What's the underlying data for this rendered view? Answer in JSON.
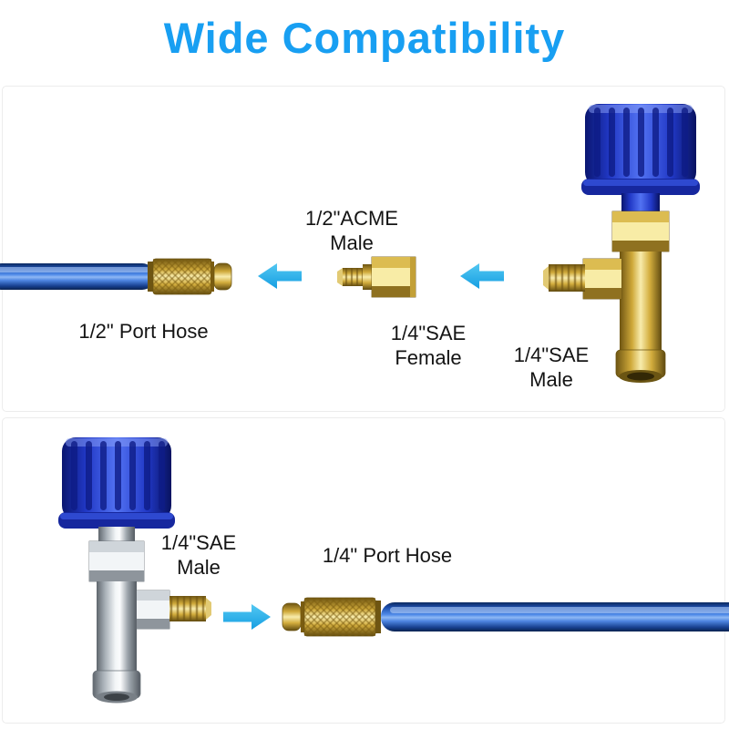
{
  "title": "Wide Compatibility",
  "colors": {
    "title_blue": "#189ff2",
    "arrow_cyan": "#2ab3ea",
    "hose_blue": "#2f6fd6",
    "brass_gold": "#d3ad3d",
    "knob_blue": "#2138c6",
    "chrome_silver": "#c6ccd1"
  },
  "top_section": {
    "acme_male_label": {
      "line1": "1/2\"ACME",
      "line2": "Male"
    },
    "sae_female_label": {
      "line1": "1/4\"SAE",
      "line2": "Female"
    },
    "sae_male_label": {
      "line1": "1/4\"SAE",
      "line2": "Male"
    },
    "port_hose_label": "1/2\" Port Hose"
  },
  "bottom_section": {
    "sae_male_label": {
      "line1": "1/4\"SAE",
      "line2": "Male"
    },
    "port_hose_label": "1/4\" Port Hose"
  }
}
